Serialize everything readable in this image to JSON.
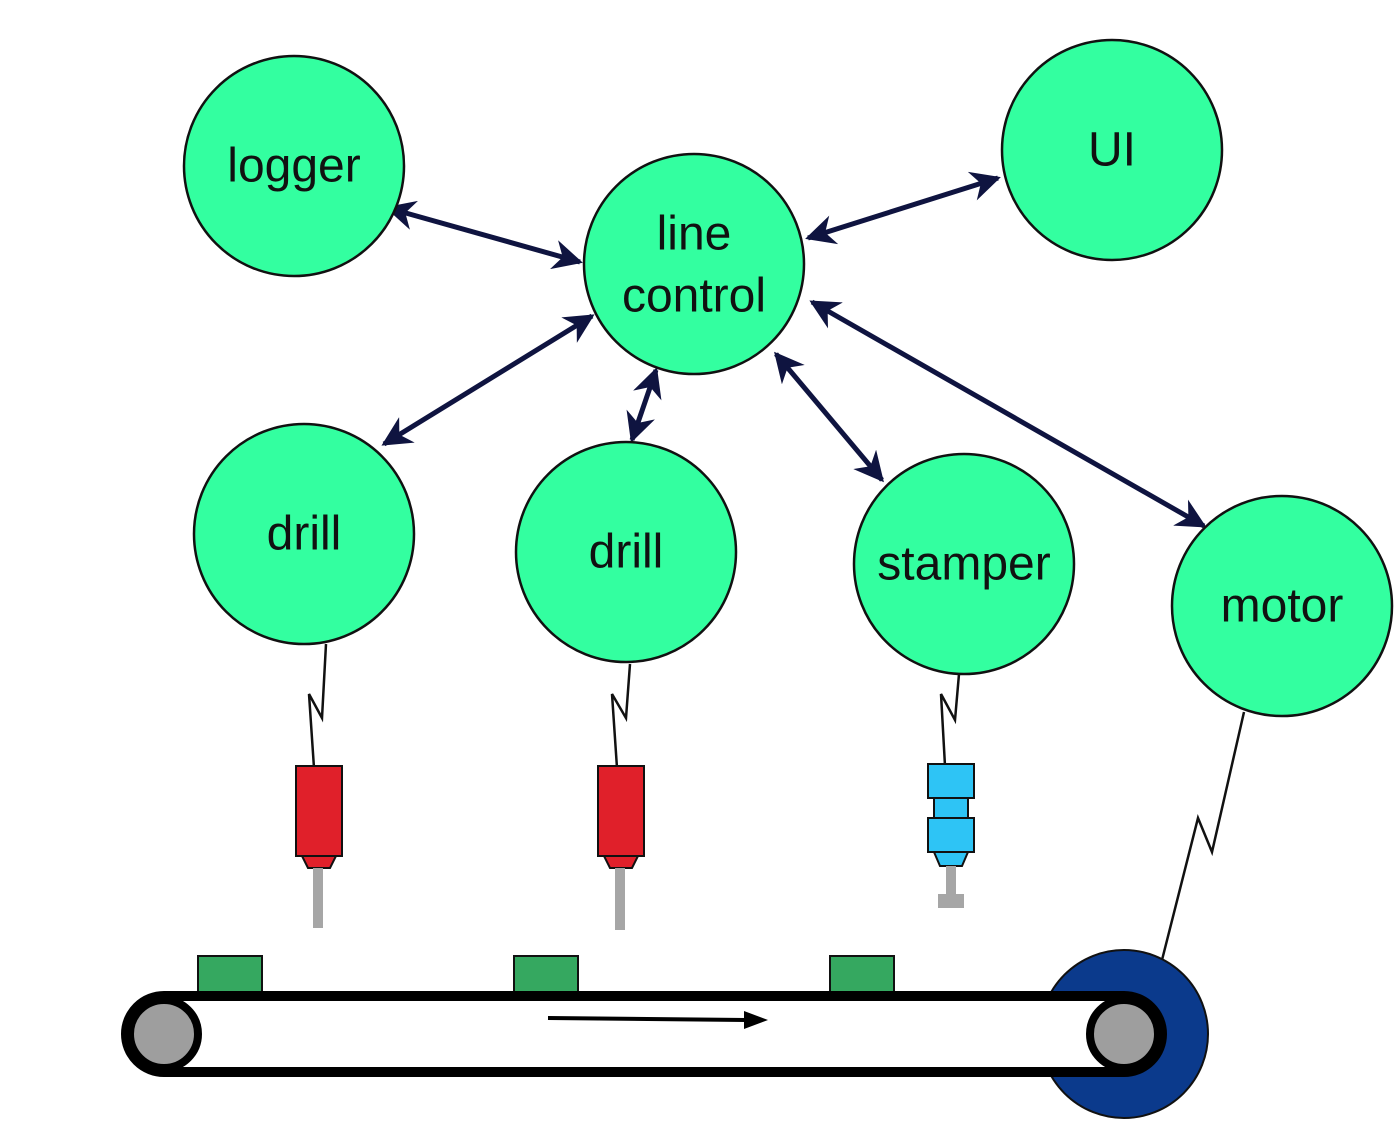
{
  "nodes": {
    "logger": "logger",
    "line_control": [
      "line",
      "control"
    ],
    "ui": "UI",
    "drill_1": "drill",
    "drill_2": "drill",
    "stamper": "stamper",
    "motor": "motor"
  },
  "colors": {
    "node_fill": "#33FFA0",
    "arrow": "#0f1440",
    "drill_body": "#E0202A",
    "stamper_body": "#2EC4F5",
    "bit": "#A6A6A6",
    "workpiece": "#35A860",
    "motor_wheel": "#0B3A8C",
    "roller": "#9E9E9E"
  },
  "icons": [
    "drill-tool-icon",
    "stamper-tool-icon",
    "conveyor-belt-icon",
    "motor-wheel-icon",
    "direction-arrow-icon"
  ]
}
